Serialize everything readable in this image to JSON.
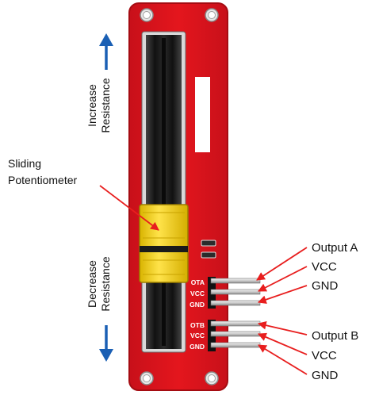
{
  "labels": {
    "increase_line1": "Increase",
    "increase_line2": "Resistance",
    "decrease_line1": "Decrease",
    "decrease_line2": "Resistance",
    "component_line1": "Sliding",
    "component_line2": "Potentiometer"
  },
  "pins": {
    "group_a": [
      "OTA",
      "VCC",
      "GND"
    ],
    "group_b": [
      "OTB",
      "VCC",
      "GND"
    ]
  },
  "callouts": {
    "output_a": "Output A",
    "vcc_a": "VCC",
    "gnd_a": "GND",
    "output_b": "Output B",
    "vcc_b": "VCC",
    "gnd_b": "GND"
  },
  "colors": {
    "board": "#e0141b",
    "board_edge": "#b30d12",
    "arrow_blue": "#1a5fb4",
    "callout_red": "#e81e1e",
    "knob_yellow": "#f5d000",
    "track": "#1e1e1e"
  }
}
